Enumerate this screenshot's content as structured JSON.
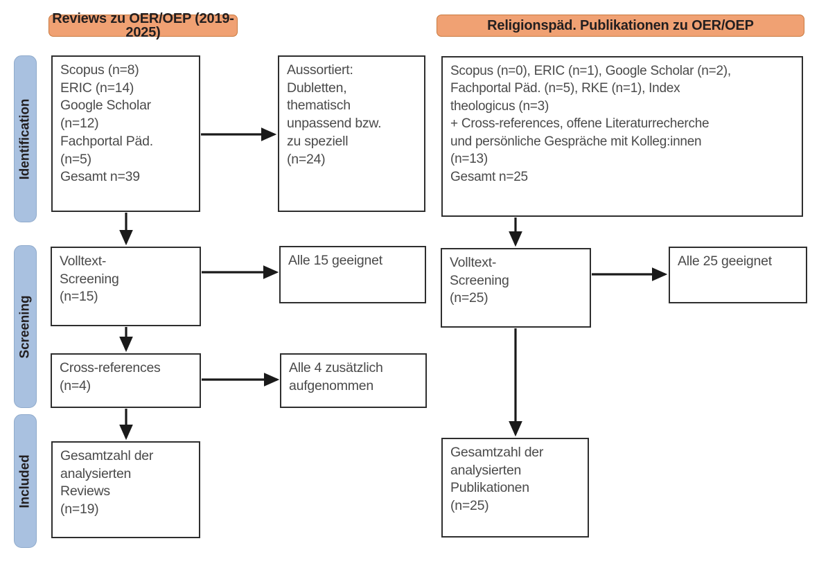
{
  "figure": {
    "type": "prisma-flow-diagram",
    "colors": {
      "stage_header_fill": "#F0A173",
      "stage_header_border": "#C8793F",
      "phase_tab_fill": "#A9C1E0",
      "phase_tab_border": "#8FAACB",
      "box_border": "#2E2E2E",
      "box_fill": "#FFFFFF",
      "text": "#4A4A4A",
      "connector": "#1A1A1A"
    }
  },
  "stage_headers": [
    {
      "id": "left",
      "label": "Reviews zu OER/OEP (2019-2025)"
    },
    {
      "id": "right",
      "label": "Religionspäd. Publikationen zu OER/OEP"
    }
  ],
  "phases": [
    {
      "id": "identification",
      "label": "Identification"
    },
    {
      "id": "screening",
      "label": "Screening"
    },
    {
      "id": "included",
      "label": "Included"
    }
  ],
  "boxes": {
    "left_identification_sources": "Scopus (n=8)\nERIC (n=14)\nGoogle Scholar\n(n=12)\nFachportal Päd.\n(n=5)\nGesamt n=39",
    "left_identification_excluded": "Aussortiert:\nDubletten,\nthematisch\nunpassend bzw.\nzu speziell\n(n=24)",
    "left_screening_fulltext": "Volltext-\nScreening\n(n=15)",
    "left_screening_eligible": "Alle 15 geeignet",
    "left_screening_crossrefs": "Cross-references\n(n=4)",
    "left_screening_crossrefs_result": "Alle 4 zusätzlich\naufgenommen",
    "left_included_total": "Gesamtzahl der\nanalysierten\nReviews\n(n=19)",
    "right_identification_sources": "Scopus (n=0), ERIC (n=1), Google Scholar (n=2),\nFachportal Päd. (n=5), RKE (n=1), Index\ntheologicus (n=3)\n+ Cross-references, offene Literaturrecherche\nund persönliche Gespräche mit Kolleg:innen\n(n=13)\nGesamt n=25",
    "right_screening_fulltext": "Volltext-\nScreening\n(n=25)",
    "right_screening_eligible": "Alle 25 geeignet",
    "right_included_total": "Gesamtzahl der\nanalysierten\nPublikationen\n(n=25)"
  },
  "chart_data": {
    "type": "diagram",
    "title": "PRISMA-Flussdiagramm: Reviews und religionspädagogische Publikationen zu OER/OEP",
    "columns": [
      {
        "name": "Reviews zu OER/OEP (2019-2025)",
        "identification": {
          "sources": [
            {
              "label": "Scopus",
              "n": 8
            },
            {
              "label": "ERIC",
              "n": 14
            },
            {
              "label": "Google Scholar",
              "n": 12
            },
            {
              "label": "Fachportal Päd.",
              "n": 5
            }
          ],
          "total": 39,
          "excluded": {
            "reason": "Dubletten, thematisch unpassend bzw. zu speziell",
            "n": 24
          }
        },
        "screening": {
          "fulltext_screening_n": 15,
          "fulltext_result": "Alle 15 geeignet",
          "cross_references_n": 4,
          "cross_references_result": "Alle 4 zusätzlich aufgenommen"
        },
        "included": {
          "label": "Gesamtzahl der analysierten Reviews",
          "n": 19
        }
      },
      {
        "name": "Religionspäd. Publikationen zu OER/OEP",
        "identification": {
          "sources": [
            {
              "label": "Scopus",
              "n": 0
            },
            {
              "label": "ERIC",
              "n": 1
            },
            {
              "label": "Google Scholar",
              "n": 2
            },
            {
              "label": "Fachportal Päd.",
              "n": 5
            },
            {
              "label": "RKE",
              "n": 1
            },
            {
              "label": "Index theologicus",
              "n": 3
            },
            {
              "label": "Cross-references, offene Literaturrecherche und persönliche Gespräche mit Kolleg:innen",
              "n": 13
            }
          ],
          "total": 25,
          "excluded": null
        },
        "screening": {
          "fulltext_screening_n": 25,
          "fulltext_result": "Alle 25 geeignet",
          "cross_references_n": null,
          "cross_references_result": null
        },
        "included": {
          "label": "Gesamtzahl der analysierten Publikationen",
          "n": 25
        }
      }
    ]
  }
}
